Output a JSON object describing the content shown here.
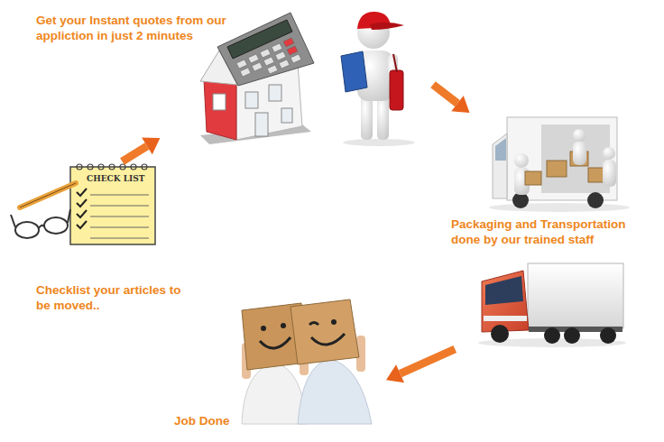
{
  "diagram": {
    "nodes": [
      {
        "text": [
          "Get your Instant quotes from our appliction in just 2 minutes"
        ]
      },
      {
        "text": [
          "Packaging and Transportation done by our trained staff"
        ]
      },
      {
        "text": [
          "Job Done"
        ]
      },
      {
        "text": [
          "Checklist your articles to be moved.."
        ]
      }
    ],
    "edges": [
      {
        "from": 3,
        "to": 0,
        "arrow": "to"
      },
      {
        "from": 0,
        "to": 1,
        "arrow": "to"
      },
      {
        "from": 1,
        "to": 2,
        "arrow": "to"
      }
    ],
    "labels": [
      "CHECK LIST"
    ]
  }
}
